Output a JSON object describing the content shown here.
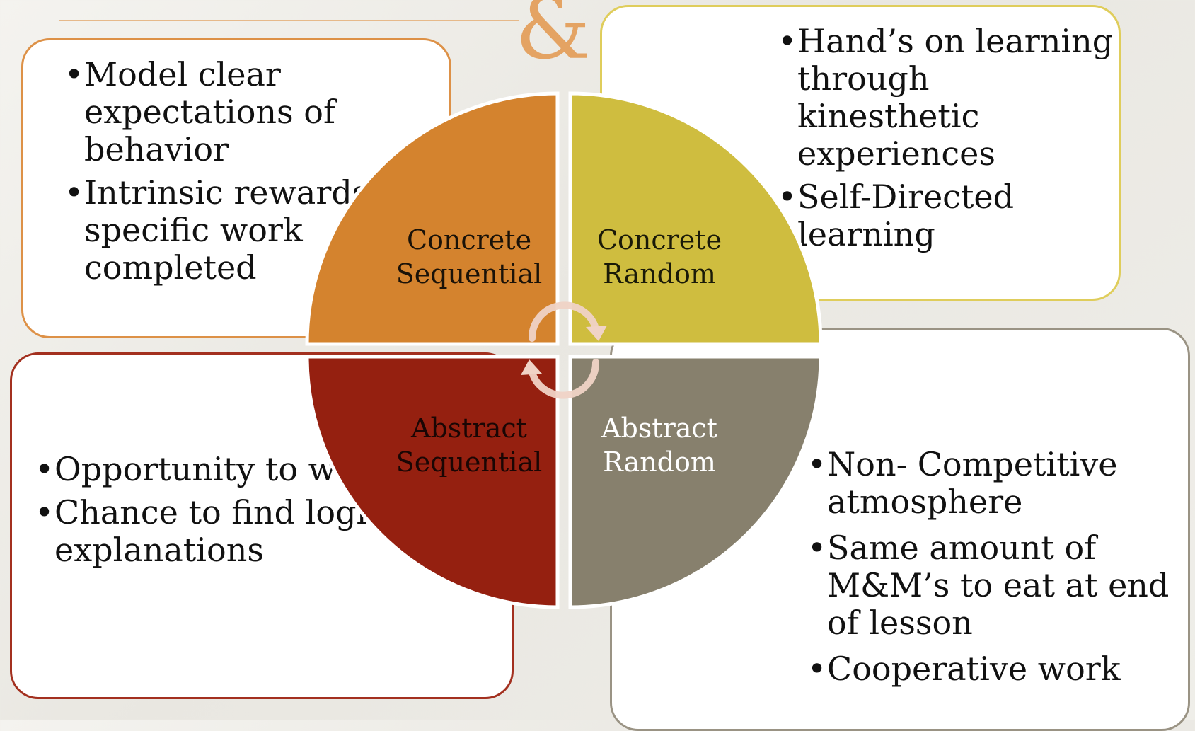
{
  "quadrants": {
    "cs": {
      "line1": "Concrete",
      "line2": "Sequential",
      "color": "#d4832e",
      "text_color": "#1a1208"
    },
    "cr": {
      "line1": "Concrete",
      "line2": "Random",
      "color": "#cfbd3f",
      "text_color": "#1a1a08"
    },
    "as": {
      "line1": "Abstract",
      "line2": "Sequential",
      "color": "#952010",
      "text_color": "#1a0604"
    },
    "ar": {
      "line1": "Abstract",
      "line2": "Random",
      "color": "#87806d",
      "text_color": "#ffffff"
    }
  },
  "boxes": {
    "concrete_sequential": [
      "Model clear expectations of behavior",
      "Intrinsic rewards for specific work completed"
    ],
    "concrete_random": [
      "Hand’s on learning through kinesthetic experiences",
      "Self-Directed learning"
    ],
    "abstract_sequential": [
      "Opportunity to work alone",
      "Chance to find logical explanations"
    ],
    "abstract_random": [
      "Non- Competitive atmosphere",
      "Same amount of M&M’s to eat at end of lesson",
      "Cooperative work"
    ]
  },
  "cycle_arrows_icon": "circular-arrows-icon",
  "ornament_glyph": "&"
}
